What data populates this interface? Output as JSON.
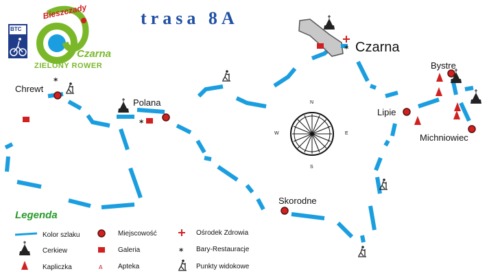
{
  "title": "trasa 8A",
  "logo": {
    "arc_text": "Bieszczady",
    "name": "Czarna",
    "subtitle": "ZIELONY ROWER",
    "badge_text": "BTC"
  },
  "places": {
    "chrewt": "Chrewt",
    "polana": "Polana",
    "czarna": "Czarna",
    "bystre": "Bystre",
    "lipie": "Lipie",
    "michniowiec": "Michniowiec",
    "skorodne": "Skorodne"
  },
  "compass": {
    "n": "N",
    "s": "S",
    "e": "E",
    "w": "W"
  },
  "legend": {
    "title": "Legenda",
    "items": {
      "route": "Kolor szlaku",
      "church": "Cerkiew",
      "chapel": "Kapliczka",
      "town": "Miejscowość",
      "gallery": "Galeria",
      "pharmacy": "Apteka",
      "health": "Ośrodek Zdrowia",
      "bar": "Bary-Restauracje",
      "viewpoint": "Punkty widokowe"
    }
  },
  "colors": {
    "route": "#1a9ee0",
    "marker": "#d02020",
    "title": "#1f4fa3",
    "legend_title": "#2a9a2a",
    "logo_green": "#7ab82a"
  },
  "icons": [
    "church-icon",
    "chapel-icon",
    "town-dot-icon",
    "gallery-icon",
    "pharmacy-icon",
    "health-center-icon",
    "bar-icon",
    "viewpoint-icon",
    "compass-rose-icon",
    "cyclist-icon"
  ]
}
